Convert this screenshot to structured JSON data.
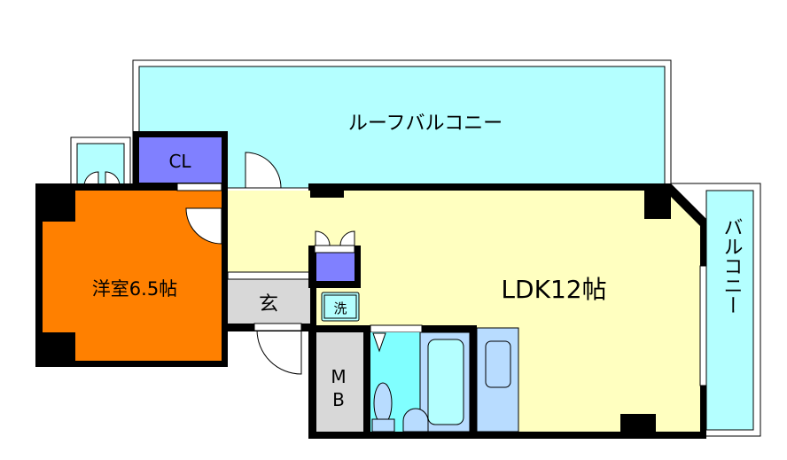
{
  "floorplan": {
    "rooms": {
      "roof_balcony": "ルーフバルコニー",
      "balcony": "バルコニー",
      "closet": "CL",
      "western_room": "洋室6.5帖",
      "ldk": "LDK12帖",
      "entrance": "玄",
      "washer": "洗",
      "meter_box_m": "M",
      "meter_box_b": "B"
    },
    "colors": {
      "balcony": "#b4ffff",
      "ldk": "#ffffc0",
      "western_room": "#ff8000",
      "closet": "#8080ff",
      "entrance": "#d8d8d8",
      "bath": "#80ffff",
      "fixtures": "#b8dcff",
      "wall": "#000000"
    }
  }
}
